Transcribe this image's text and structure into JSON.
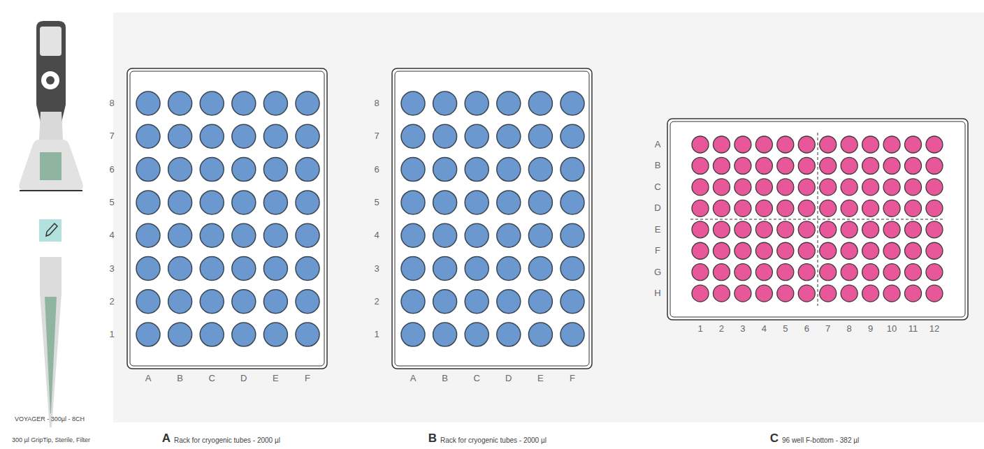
{
  "diagram": {
    "labels": [
      "VOYAGER - 300µl - 8CH",
      "300 µl GripTip, Sterile, Filter",
      "8",
      "7",
      "6",
      "5",
      "4",
      "3",
      "2",
      "1",
      "A",
      "B",
      "C",
      "D",
      "E",
      "F",
      "8",
      "7",
      "6",
      "5",
      "4",
      "3",
      "2",
      "1",
      "A",
      "B",
      "C",
      "D",
      "E",
      "F",
      "A",
      "B",
      "C",
      "D",
      "E",
      "F",
      "G",
      "H",
      "1",
      "2",
      "3",
      "4",
      "5",
      "6",
      "7",
      "8",
      "9",
      "10",
      "11",
      "12",
      "A",
      "Rack for cryogenic tubes - 2000 µl",
      "B",
      "Rack for cryogenic tubes - 2000 µl",
      "C",
      "96 well F-bottom - 382 µl"
    ]
  }
}
